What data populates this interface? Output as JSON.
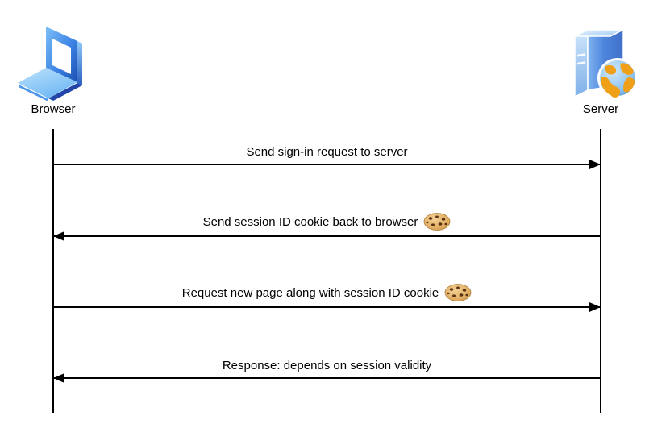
{
  "diagram": {
    "title": "Session ID cookie sequence diagram",
    "type": "sequence-diagram",
    "background_color": "#ffffff",
    "line_color": "#000000"
  },
  "actors": [
    {
      "id": "browser",
      "label": "Browser",
      "icon": "laptop-icon",
      "icon_colors": {
        "screen": "#3a7fe8",
        "bezel": "#6fb3f5",
        "base": "#9fd4fb",
        "display": "#ffffff"
      }
    },
    {
      "id": "server",
      "label": "Server",
      "icon": "server-globe-icon",
      "icon_colors": {
        "tower": "#5b8ee0",
        "tower_light": "#a8cef7",
        "globe_land": "#f0a018",
        "globe_ocean": "#9ecbf2"
      }
    }
  ],
  "messages": [
    {
      "index": 1,
      "text": "Send sign-in request to server",
      "direction": "right",
      "from": "Browser",
      "to": "Server",
      "has_cookie": false
    },
    {
      "index": 2,
      "text": "Send session ID cookie back to browser",
      "direction": "left",
      "from": "Server",
      "to": "Browser",
      "has_cookie": true
    },
    {
      "index": 3,
      "text": "Request new page along with session ID cookie",
      "direction": "right",
      "from": "Browser",
      "to": "Server",
      "has_cookie": true
    },
    {
      "index": 4,
      "text": "Response: depends on session validity",
      "direction": "left",
      "from": "Server",
      "to": "Browser",
      "has_cookie": false
    }
  ],
  "icons": {
    "cookie": "cookie-icon"
  }
}
